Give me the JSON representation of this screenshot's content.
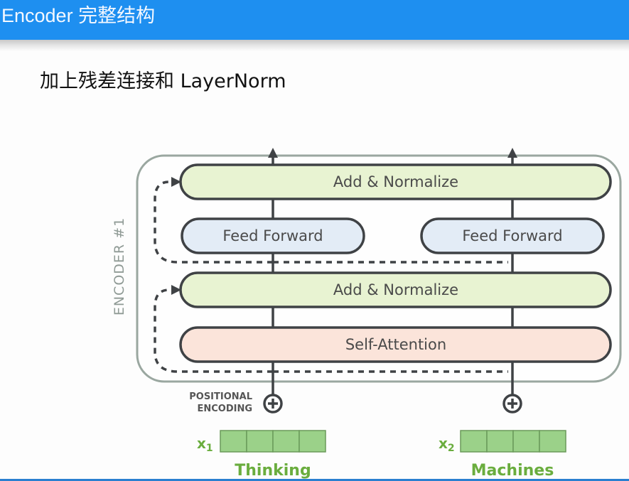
{
  "header": {
    "title": "Encoder 完整结构",
    "background_color": "#1e8ff0"
  },
  "subtitle": "加上残差连接和 LayerNorm",
  "diagram": {
    "encoder_label": "ENCODER #1",
    "colors": {
      "add_normalize": "#e8f3d2",
      "feed_forward": "#e3ecf6",
      "self_attention": "#fbe4da",
      "embedding": "#9bd189",
      "word": "#6aad3e",
      "outline": "#3f4245",
      "container": "#9aa7a0"
    },
    "layers": {
      "add_normalize_top": "Add & Normalize",
      "feed_forward_left": "Feed Forward",
      "feed_forward_right": "Feed Forward",
      "add_normalize_bottom": "Add & Normalize",
      "self_attention": "Self-Attention"
    },
    "positional_encoding": [
      "POSITIONAL",
      "ENCODING"
    ],
    "inputs": [
      {
        "symbol": "x",
        "subscript": "1",
        "word": "Thinking",
        "cells": 4
      },
      {
        "symbol": "x",
        "subscript": "2",
        "word": "Machines",
        "cells": 4
      }
    ]
  }
}
